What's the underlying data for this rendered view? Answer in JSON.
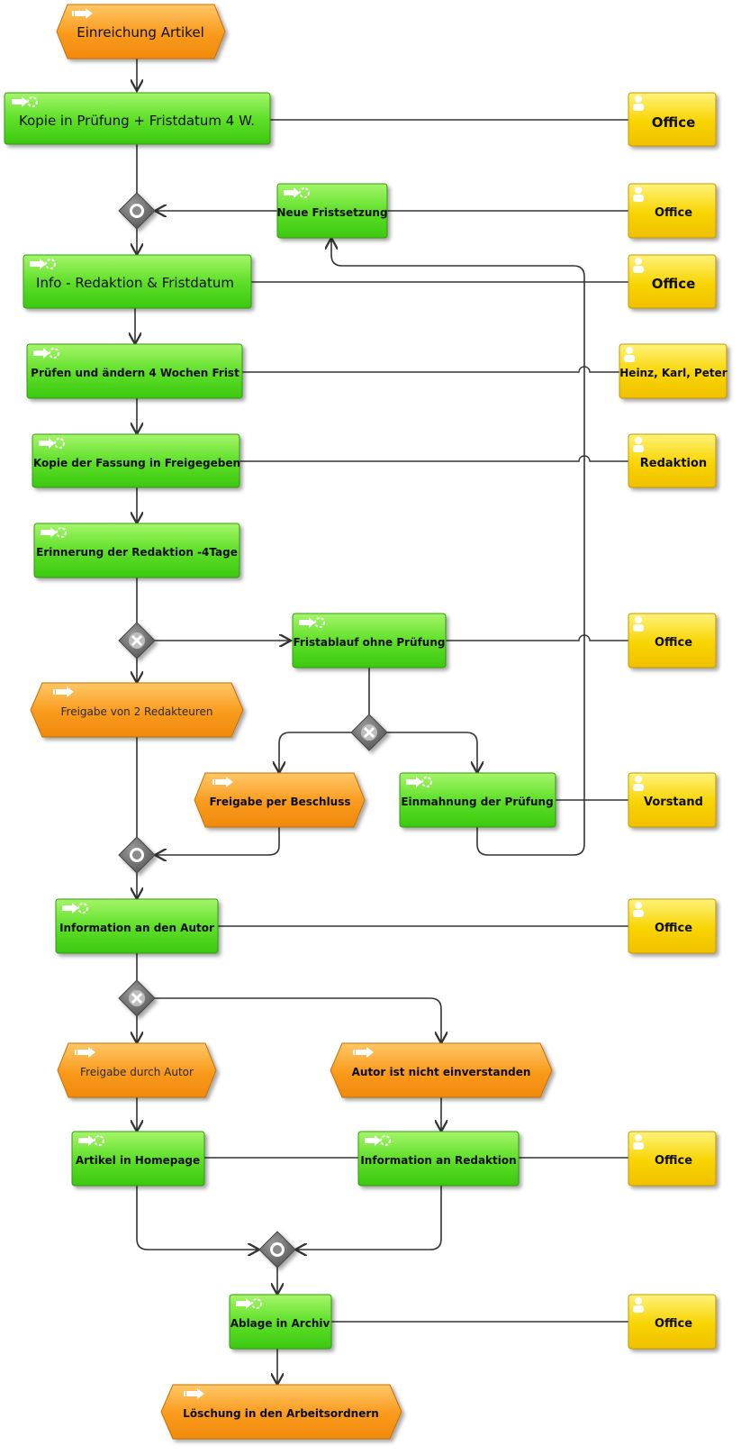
{
  "colors": {
    "function_fill_top": "#8ef04a",
    "function_fill_bottom": "#3fcf12",
    "function_stroke": "#2f9e0c",
    "event_fill_top": "#ffbe55",
    "event_fill_bottom": "#f58f10",
    "event_stroke": "#c86e05",
    "org_fill_top": "#fff36a",
    "org_fill_bottom": "#f2c400",
    "org_stroke": "#c49a00",
    "connector_gray": "#6a6a6a",
    "line": "#333333"
  },
  "events": {
    "e1": "Einreichung Artikel",
    "e2": "Freigabe von 2 Redakteuren",
    "e3": "Freigabe per Beschluss",
    "e4": "Freigabe durch Autor",
    "e5": "Autor ist nicht einverstanden",
    "e6": "Löschung in den Arbeitsordnern"
  },
  "functions": {
    "f1": "Kopie in Prüfung + Fristdatum 4 W.",
    "f2": "Neue Fristsetzung",
    "f3": "Info - Redaktion & Fristdatum",
    "f4": "Prüfen und ändern 4 Wochen Frist",
    "f5": "Kopie der Fassung in Freigegeben",
    "f6": "Erinnerung der Redaktion -4Tage",
    "f7": "Fristablauf ohne Prüfung",
    "f8": "Einmahnung der Prüfung",
    "f9": "Information an den Autor",
    "f10": "Artikel in Homepage",
    "f11": "Information an Redaktion",
    "f12": "Ablage in Archiv"
  },
  "orgs": {
    "o1": "Office",
    "o2": "Office",
    "o3": "Office",
    "o4": "Heinz, Karl, Peter",
    "o5": "Redaktion",
    "o6": "Office",
    "o7": "Vorstand",
    "o8": "Office",
    "o9": "Office",
    "o10": "Office"
  },
  "connectors": {
    "c1": "or",
    "c2": "xor",
    "c3": "xor",
    "c4": "or",
    "c5": "xor",
    "c6": "or"
  }
}
